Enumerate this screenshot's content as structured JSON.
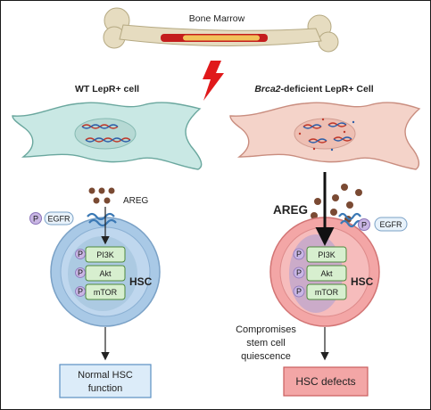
{
  "bone": {
    "label": "Bone Marrow"
  },
  "left": {
    "title": "WT LepR+ cell",
    "ligand": "AREG",
    "receptor": "EGFR",
    "phospho": "P",
    "cell": "HSC",
    "pathway": [
      "PI3K",
      "Akt",
      "mTOR"
    ],
    "outcome_line1": "Normal HSC",
    "outcome_line2": "function"
  },
  "right": {
    "title_italic": "Brca2",
    "title_rest": "-deficient LepR+ Cell",
    "ligand": "AREG",
    "receptor": "EGFR",
    "phospho": "P",
    "cell": "HSC",
    "pathway": [
      "PI3K",
      "Akt",
      "mTOR"
    ],
    "note_line1": "Compromises",
    "note_line2": "stem cell",
    "note_line3": "quiescence",
    "outcome": "HSC defects"
  },
  "colors": {
    "stroma_left": "#c9e8e4",
    "stroma_right": "#f4d3c9",
    "hsc_left": "#a9c9e6",
    "hsc_right": "#f3a6a6",
    "pathway_box": "#d7efcf",
    "lightning": "#e0191b",
    "ligand_dot": "#7a4a33"
  }
}
